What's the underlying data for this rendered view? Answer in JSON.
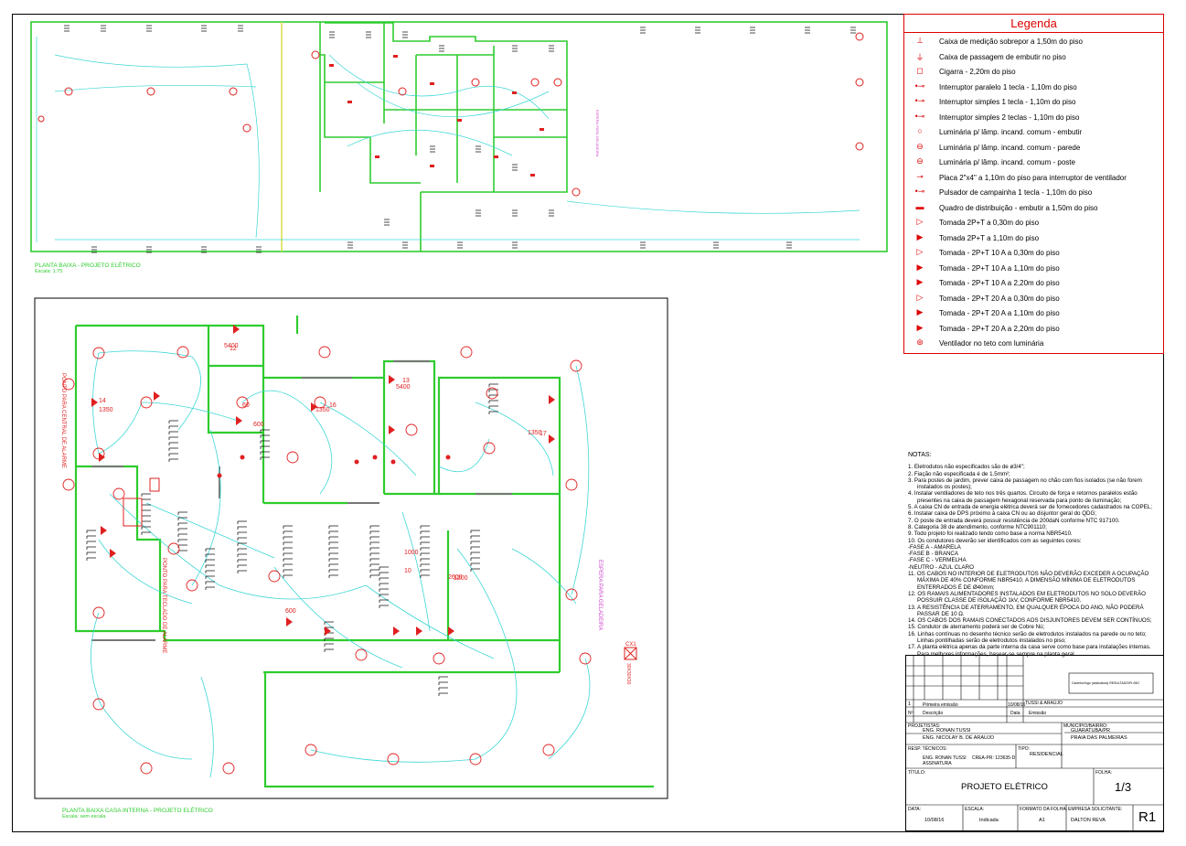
{
  "legend": {
    "title": "Legenda",
    "items": [
      {
        "symbol": "⊥",
        "label": "Caixa de medição sobrepor a 1,50m do piso"
      },
      {
        "symbol": "⏚",
        "label": "Caixa de passagem de embutir no piso"
      },
      {
        "symbol": "◻",
        "label": "Cigarra - 2,20m do piso"
      },
      {
        "symbol": "•⊸",
        "label": "Interruptor paralelo 1 tecla - 1,10m do piso"
      },
      {
        "symbol": "•⊸",
        "label": "Interruptor simples 1 tecla - 1,10m do piso"
      },
      {
        "symbol": "•⊸",
        "label": "Interruptor simples 2 teclas - 1,10m do piso"
      },
      {
        "symbol": "○",
        "label": "Luminária p/ lâmp. incand. comum - embutir"
      },
      {
        "symbol": "⊖",
        "label": "Luminária p/ lâmp. incand. comum - parede"
      },
      {
        "symbol": "⊖",
        "label": "Luminária p/ lâmp. incand. comum - poste"
      },
      {
        "symbol": "⊸",
        "label": "Placa 2\"x4\" a 1,10m do piso para interruptor de ventilador"
      },
      {
        "symbol": "•⊸",
        "label": "Pulsador de campainha 1 tecla - 1,10m do piso"
      },
      {
        "symbol": "▬",
        "label": "Quadro de distribuição - embutir a 1,50m do piso"
      },
      {
        "symbol": "▷",
        "label": "Tomada  2P+T a 0,30m do piso"
      },
      {
        "symbol": "▶",
        "label": "Tomada  2P+T a 1,10m do piso"
      },
      {
        "symbol": "▷",
        "label": "Tomada  - 2P+T 10 A  a 0,30m do piso"
      },
      {
        "symbol": "▶",
        "label": "Tomada  - 2P+T 10 A  a 1,10m do piso"
      },
      {
        "symbol": "▶",
        "label": "Tomada  - 2P+T 10 A  a 2,20m do piso"
      },
      {
        "symbol": "▷",
        "label": "Tomada  - 2P+T 20 A  a 0,30m do piso"
      },
      {
        "symbol": "▶",
        "label": "Tomada  - 2P+T 20 A  a 1,10m do piso"
      },
      {
        "symbol": "▶",
        "label": "Tomada  - 2P+T 20 A  a 2,20m do piso"
      },
      {
        "symbol": "⊛",
        "label": "Ventilador no teto com luminária"
      }
    ]
  },
  "notes": {
    "title": "NOTAS:",
    "items": [
      "1.    Eletrodutos não especificados são de ø3/4\";",
      "2.    Fiação não especificada é de 1.5mm²;",
      "3.    Para postes de jardim, prever caixa de passagem no chão com fios isolados (se não forem instalados os postes);",
      "4.    Instalar ventiladores de teto nos três quartos. Circuito de força e retornos paralelos estão presentes na caixa de passagem hexagonal reservada para ponto de iluminação;",
      "5.    A caixa CN de entrada de energia elétrica deverá ser de fornecedores cadastrados na COPEL;",
      "6.    Instalar caixa de DPS próximo à caixa CN ou ao disjuntor geral do QDG;",
      "7.    O poste de entrada deverá possuir resistência de 200daN conforme NTC 917100.",
      "8.    Categoria 38 de atendimento, conforme NTC901110;",
      "9.    Todo projeto foi realizado tendo como base a norma NBR5410.",
      "10.   Os condutores deverão ser identificados com as seguintes cores:",
      "-FASE A - AMARELA",
      "-FASE B - BRANCA",
      "-FASE C - VERMELHA",
      "-NEUTRO - AZUL CLARO",
      "11.   OS CABOS NO INTERIOR DE ELETRODUTOS NÃO DEVERÃO EXCEDER A OCUPAÇÃO MÁXIMA DE 40% CONFORME NBR5410. A DIMENSÃO MÍNIMA DE ELETRODUTOS ENTERRADOS É DE Ø40mm;",
      "12.   OS RAMAIS ALIMENTADORES INSTALADOS EM ELETRODUTOS NO SOLO DEVERÃO POSSUIR CLASSE DE ISOLAÇÃO 1kV, CONFORME NBR5410.",
      "13.   A RESISTÊNCIA DE ATERRAMENTO, EM QUALQUER ÉPOCA DO ANO, NÃO PODERÁ PASSAR DE 10 Ω.",
      "14.   OS CABOS DOS RAMAIS CONECTADOS AOS DISJUNTORES DEVEM SER CONTÍNUOS;",
      "15.   Condutor de aterramento poderá ser de Cobre Nú;",
      "16.   Linhas contínuas no desenho técnico serão de eletrodutos instalados na parede ou no teto; Linhas pontilhadas serão de eletrodutos instalados no piso;",
      "17.   A planta elétrica apenas da parte interna da casa serve como base para instalações internas. Para melhores informações, basear-se sempre na planta geral."
    ]
  },
  "plans": {
    "top_title": "PLANTA BAIXA - PROJETO ELÉTRICO",
    "top_scale": "Escala: 1:75",
    "bottom_title": "PLANTA BAIXA CASA INTERNA - PROJETO ELÉTRICO",
    "bottom_scale": "Escala: sem escala",
    "vertical_labels": [
      "PONTO PARA CENTRAL DE ALARME",
      "PONTO PARA TECLADO DE ALARME",
      "ESPERA PARA GELADEIRA",
      "ESPERA PARA GELADEIRA"
    ],
    "cx_label": "CX1",
    "cx_dim": "30X30X30",
    "circuit_labels": [
      "14",
      "1350",
      "12",
      "5400",
      "16",
      "1350",
      "13",
      "5400",
      "17",
      "1350",
      "60",
      "600",
      "1000",
      "10",
      "1200",
      "2600",
      "600"
    ]
  },
  "title_block": {
    "rev_row": {
      "num": "1",
      "desc": "Primeira emissão",
      "date": "10/08/16",
      "type": "TUSSI &\nARAÚJO"
    },
    "hdr_num": "Nº",
    "hdr_desc": "Descrição",
    "hdr_date": "Data",
    "hdr_emissao": "Emissão",
    "stamp": "Carimbo/logo (assinatura) RESULTADO/Pr./MG",
    "projetistas_lbl": "PROJETISTAS:",
    "projetista1": "ENG. RONAN TUSSI",
    "projetista2": "ENG. NICOLAY B. DE ARAUJO",
    "municipio_lbl": "MUNICÍPIO/BAIRRO:",
    "municipio": "GUARATUBA/PR",
    "bairro": "PRAIA DAS PALMEIRAS",
    "resp_lbl": "RESP. TÉCNICOS:",
    "resp1": "ENG. RONAN TUSSI",
    "crea": "CREA-PR: 123635-D",
    "assinatura": "ASSINATURA",
    "tipo_lbl": "TIPO:",
    "tipo": "RESIDENCIAL",
    "titulo_lbl": "TÍTULO:",
    "titulo": "PROJETO ELÉTRICO",
    "folha_lbl": "FOLHA:",
    "folha": "1/3",
    "data_lbl": "DATA:",
    "data": "10/08/16",
    "escala_lbl": "ESCALA:",
    "escala": "Indicada",
    "formato_lbl": "FORMATO DA FOLHA:",
    "formato": "A1",
    "empresa_lbl": "EMPRESA SOLICITANTE:",
    "empresa": "DALTON REVA",
    "revisao": "R1"
  },
  "colors": {
    "wall": "#2ecc2e",
    "circuit": "#3dd6d6",
    "symbol": "#e02020",
    "note": "#cc44cc"
  }
}
